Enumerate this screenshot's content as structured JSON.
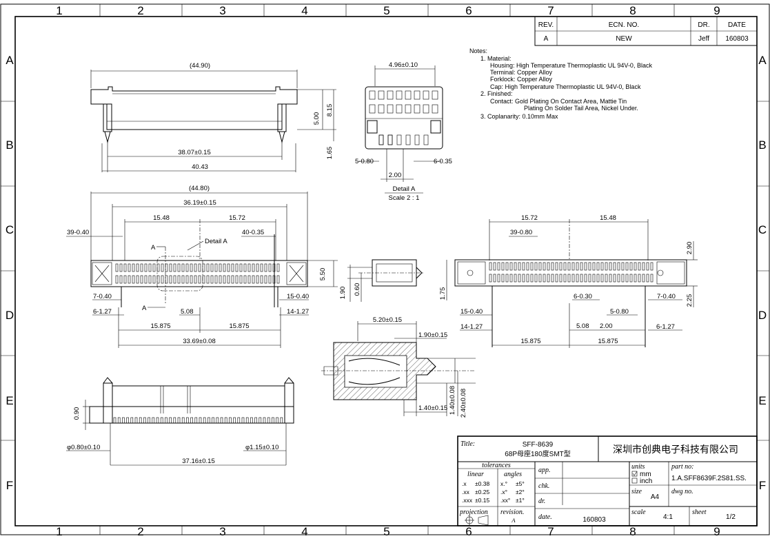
{
  "zones": {
    "cols": [
      "1",
      "2",
      "3",
      "4",
      "5",
      "6",
      "7",
      "8",
      "9"
    ],
    "rows": [
      "A",
      "B",
      "C",
      "D",
      "E",
      "F"
    ]
  },
  "revision": {
    "headers": [
      "REV.",
      "ECN. NO.",
      "DR.",
      "DATE"
    ],
    "row": [
      "A",
      "NEW",
      "Jeff",
      "160803"
    ]
  },
  "notes": {
    "title": "Notes:",
    "lines": [
      "1. Material:",
      "Housing: High Temperature Thermoplastic UL 94V-0, Black",
      "Terminal: Copper Alloy",
      "Forklock: Copper Alloy",
      "Cap: High Temperature Thermoplastic UL 94V-0, Black",
      "2. Finished:",
      "Contact: Gold Plating On Contact Area, Mattie Tin",
      "Plating On Solder Tail Area, Nickel Under.",
      "3. Coplanarity: 0.10mm Max"
    ]
  },
  "dimensions": {
    "top_width": "(44.90)",
    "top_inner": "38.07±0.15",
    "top_overall": "40.43",
    "top_h1": "5.00",
    "top_h2": "8.15",
    "top_h3": "1.65",
    "detail_w": "4.96±0.10",
    "detail_left": "5-0.80",
    "detail_right": "6-0.35",
    "detail_pitch": "2.00",
    "detail_title": "Detail A",
    "detail_scale": "Scale 2 : 1",
    "plan_width": "(44.80)",
    "plan_inner": "36.19±0.15",
    "plan_left": "15.48",
    "plan_right": "15.72",
    "plan_pins_l": "39-0.40",
    "plan_pins_r": "40-0.35",
    "plan_detail": "Detail A",
    "plan_a1": "A",
    "plan_a2": "A",
    "plan_h": "5.50",
    "plan_7": "7-0.40",
    "plan_6": "6-1.27",
    "plan_508": "5.08",
    "plan_15": "15-0.40",
    "plan_14": "14-1.27",
    "plan_15875a": "15.875",
    "plan_15875b": "15.875",
    "plan_3369": "33.69±0.08",
    "side_190": "1.90",
    "side_060": "0.60",
    "side_175": "1.75",
    "rv_1572": "15.72",
    "rv_1548": "15.48",
    "rv_39": "39-0.80",
    "rv_290": "2.90",
    "rv_225": "2.25",
    "rv_6030": "6-0.30",
    "rv_7040": "7-0.40",
    "rv_5080": "5-0.80",
    "rv_15040": "15-0.40",
    "rv_14127": "14-1.27",
    "rv_508": "5.08",
    "rv_200": "2.00",
    "rv_6127": "6-1.27",
    "rv_15875a": "15.875",
    "rv_15875b": "15.875",
    "sec_520": "5.20±0.15",
    "sec_190": "1.90±0.15",
    "sec_140": "1.40±0.15",
    "sec_140v": "1.40±0.08",
    "sec_240v": "2.40±0.08",
    "bot_090": "0.90",
    "bot_phi1": "φ0.80±0.10",
    "bot_phi2": "φ1.15±0.10",
    "bot_3716": "37.16±0.15"
  },
  "title_block": {
    "title_label": "Title:",
    "title_1": "SFF-8639",
    "title_2": "68P母座180度SMT型",
    "company": "深圳市创典电子科技有限公司",
    "tolerances": "tolerances",
    "linear": "linear",
    "angles": "angles",
    "lin": [
      [
        ".x",
        "±0.38"
      ],
      [
        ".xx",
        "±0.25"
      ],
      [
        ".xxx",
        "±0.15"
      ]
    ],
    "ang": [
      [
        "x.°",
        "±5°"
      ],
      [
        ".x°",
        "±2°"
      ],
      [
        ".xx°",
        "±1°"
      ]
    ],
    "app": "app.",
    "chk": "chk.",
    "dr": "dr.",
    "date_label": "date.",
    "date": "160803",
    "projection": "projection",
    "revision": "revision.",
    "revision_val": "A",
    "units": "units",
    "mm": "mm",
    "inch": "inch",
    "size_label": "size",
    "size": "A4",
    "scale_label": "scale",
    "scale": "4:1",
    "part_label": "part no:",
    "part_no": "1.A.SFF8639F.2S81.SS.",
    "dwg_label": "dwg no.",
    "sheet_label": "sheet",
    "sheet": "1/2"
  }
}
